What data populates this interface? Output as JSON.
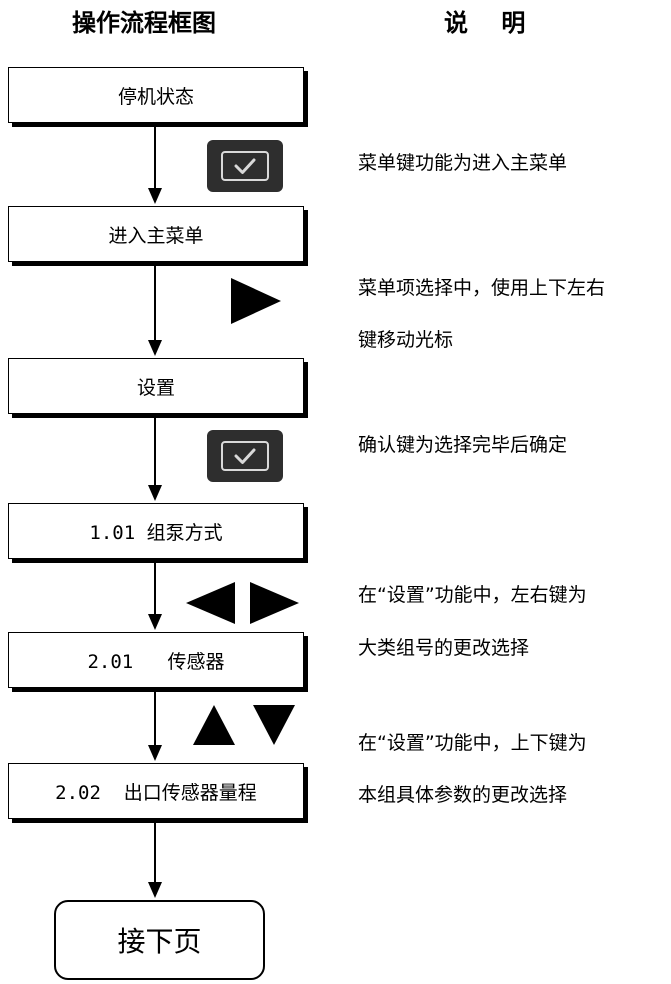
{
  "headers": {
    "left": "操作流程框图",
    "right": "说    明"
  },
  "flow": {
    "steps": [
      "停机状态",
      "进入主菜单",
      "设置",
      "1.01 组泵方式",
      "2.01   传感器",
      "2.02  出口传感器量程"
    ],
    "terminal": "接下页"
  },
  "keys": {
    "ok_icon": "check-icon",
    "right_arrow_icon": "triangle-right-icon",
    "left_arrow_icon": "triangle-left-icon",
    "up_arrow_icon": "triangle-up-icon",
    "down_arrow_icon": "triangle-down-icon"
  },
  "descriptions": {
    "d1": "菜单键功能为进入主菜单",
    "d2_line1": "菜单项选择中，使用上下左右",
    "d2_line2": "键移动光标",
    "d3": "确认键为选择完毕后确定",
    "d4_line1": "在“设置”功能中，左右键为",
    "d4_line2": "大类组号的更改选择",
    "d5_line1": "在“设置”功能中，上下键为",
    "d5_line2": "本组具体参数的更改选择"
  },
  "colors": {
    "line": "#000000",
    "key_background": "#2e2e2e",
    "key_border": "#d9d9d9"
  }
}
